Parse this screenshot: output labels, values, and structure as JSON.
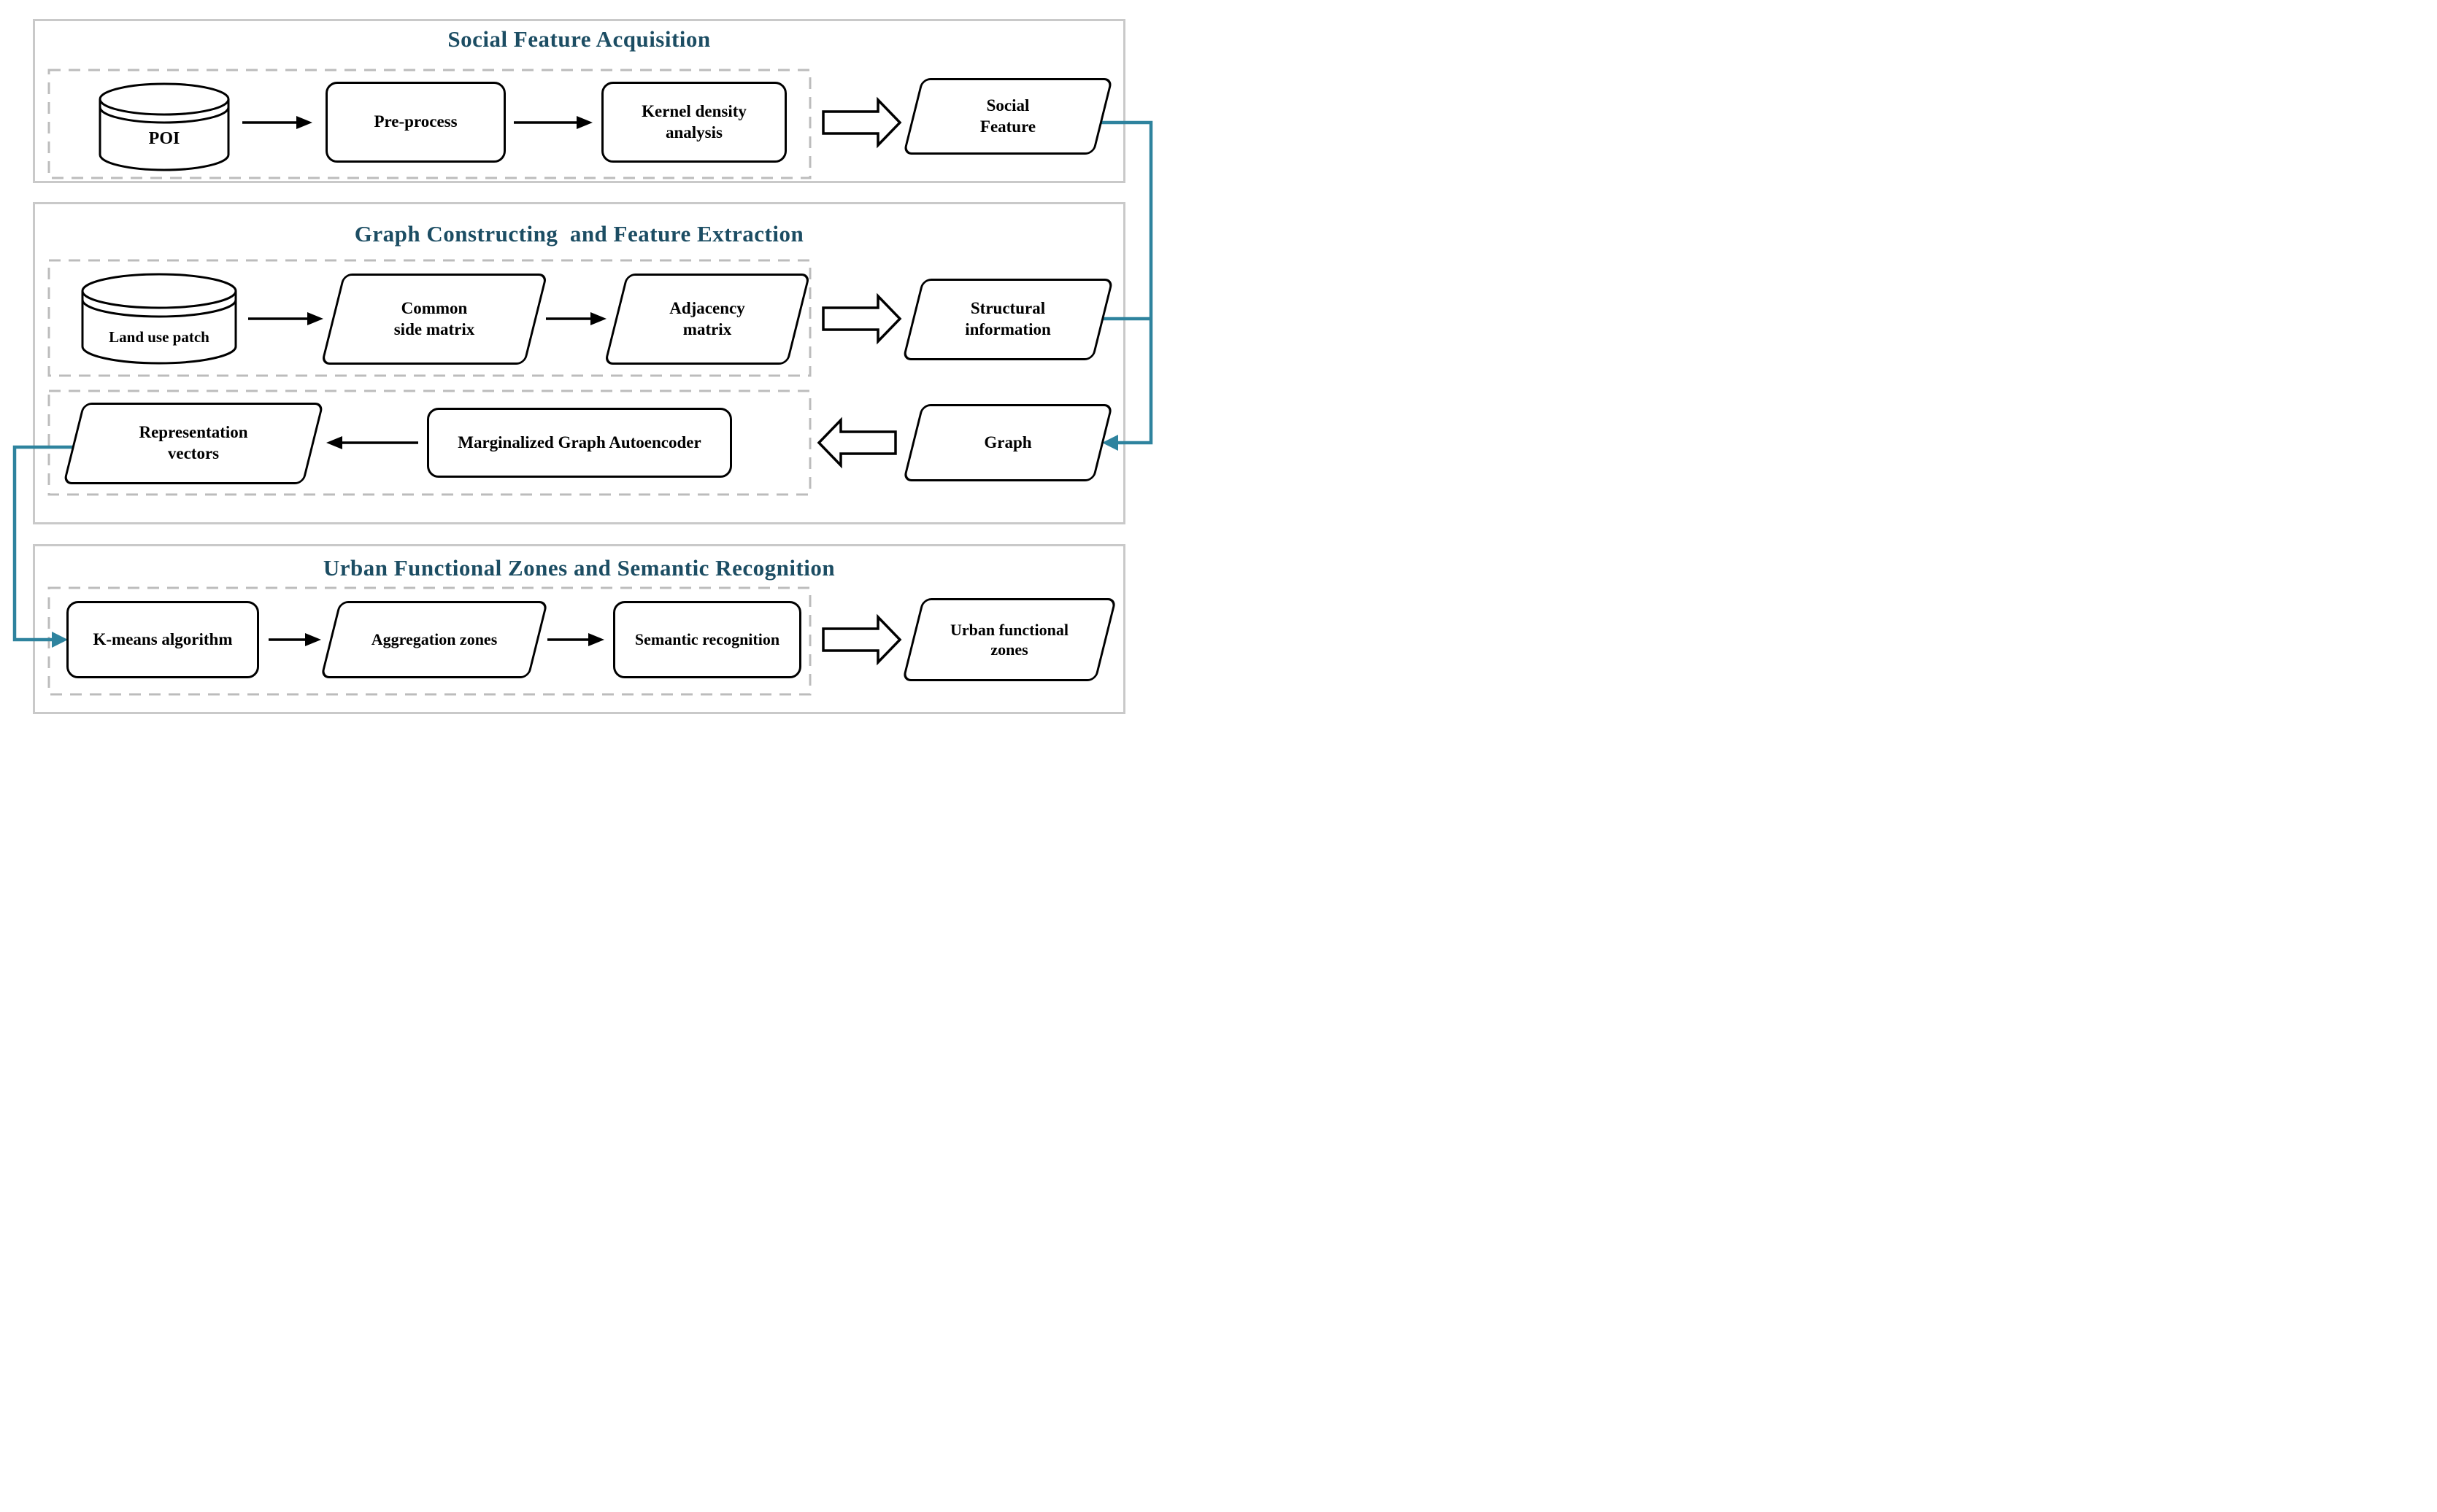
{
  "figure_type": "flowchart",
  "colors": {
    "accent_teal": "#2e839e",
    "title_teal": "#1c4d63",
    "section_border": "#c9c9c9",
    "dashed_border": "#bcbcbc",
    "shape_border": "#000000"
  },
  "sections": {
    "s1": {
      "title": "Social Feature Acquisition",
      "nodes": {
        "poi": {
          "label": "POI",
          "shape": "database-cylinder"
        },
        "preprocess": {
          "label": "Pre-process",
          "shape": "rounded-rect"
        },
        "kernel": {
          "line1": "Kernel density",
          "line2": "analysis",
          "shape": "rounded-rect"
        },
        "social_feature": {
          "line1": "Social",
          "line2": "Feature",
          "shape": "parallelogram"
        }
      }
    },
    "s2": {
      "title": "Graph Constructing  and Feature Extraction",
      "nodes": {
        "land_use": {
          "label": "Land use patch",
          "shape": "database-cylinder"
        },
        "common_side": {
          "line1": "Common",
          "line2": "side matrix",
          "shape": "parallelogram"
        },
        "adjacency": {
          "line1": "Adjacency",
          "line2": "matrix",
          "shape": "parallelogram"
        },
        "structural": {
          "line1": "Structural",
          "line2": "information",
          "shape": "parallelogram"
        },
        "representation": {
          "line1": "Representation",
          "line2": "vectors",
          "shape": "parallelogram"
        },
        "mga": {
          "label": "Marginalized Graph Autoencoder",
          "shape": "rounded-rect"
        },
        "graph": {
          "label": "Graph",
          "shape": "parallelogram"
        }
      }
    },
    "s3": {
      "title": "Urban Functional Zones and Semantic Recognition",
      "nodes": {
        "kmeans": {
          "label": "K-means algorithm",
          "shape": "rounded-rect"
        },
        "aggregation": {
          "label": "Aggregation zones",
          "shape": "parallelogram"
        },
        "semantic": {
          "label": "Semantic recognition",
          "shape": "rounded-rect"
        },
        "urban": {
          "line1": "Urban functional",
          "line2": "zones",
          "shape": "parallelogram"
        }
      }
    }
  },
  "connections": {
    "black_arrows": [
      "poi->preprocess",
      "preprocess->kernel",
      "kernel=>social_feature",
      "land_use->common_side",
      "common_side->adjacency",
      "adjacency=>structural",
      "mga->representation",
      "graph=>mga",
      "kmeans->aggregation",
      "aggregation->semantic",
      "semantic=>urban"
    ],
    "teal_links": [
      "social_feature->graph",
      "structural->graph",
      "representation->kmeans"
    ]
  }
}
